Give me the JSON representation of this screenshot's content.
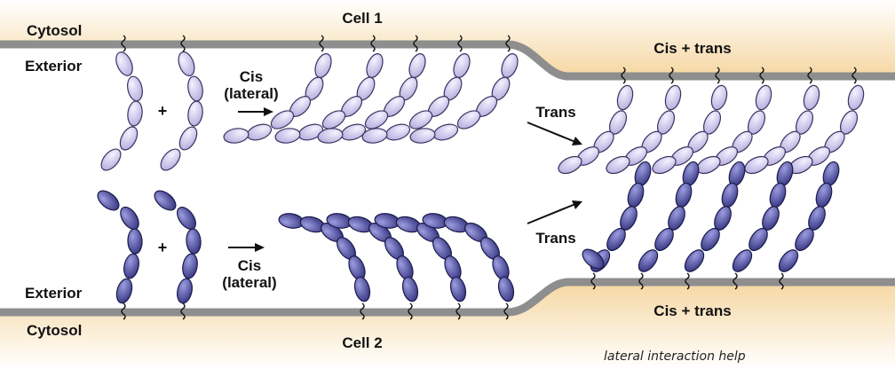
{
  "figure": {
    "cell1": "Cell 1",
    "cell2": "Cell 2",
    "cytosol_top": "Cytosol",
    "exterior_top": "Exterior",
    "exterior_bottom": "Exterior",
    "cytosol_bottom": "Cytosol",
    "cis_lateral_top": [
      "Cis",
      "(lateral)"
    ],
    "cis_lateral_bottom": [
      "Cis",
      "(lateral)"
    ],
    "plus_top": "+",
    "plus_bottom": "+",
    "trans_top": "Trans",
    "trans_bottom": "Trans",
    "cis_trans_top": "Cis + trans",
    "cis_trans_bottom": "Cis + trans",
    "handwritten_note": "lateral interaction help"
  },
  "colors": {
    "cytosol_fill": "#f7dcab",
    "membrane": "#8c8c8c",
    "light_domain": "#c4bde6",
    "light_domain_stroke": "#3a3360",
    "dark_domain": "#4a4a9e",
    "dark_domain_stroke": "#1a1a4a"
  }
}
